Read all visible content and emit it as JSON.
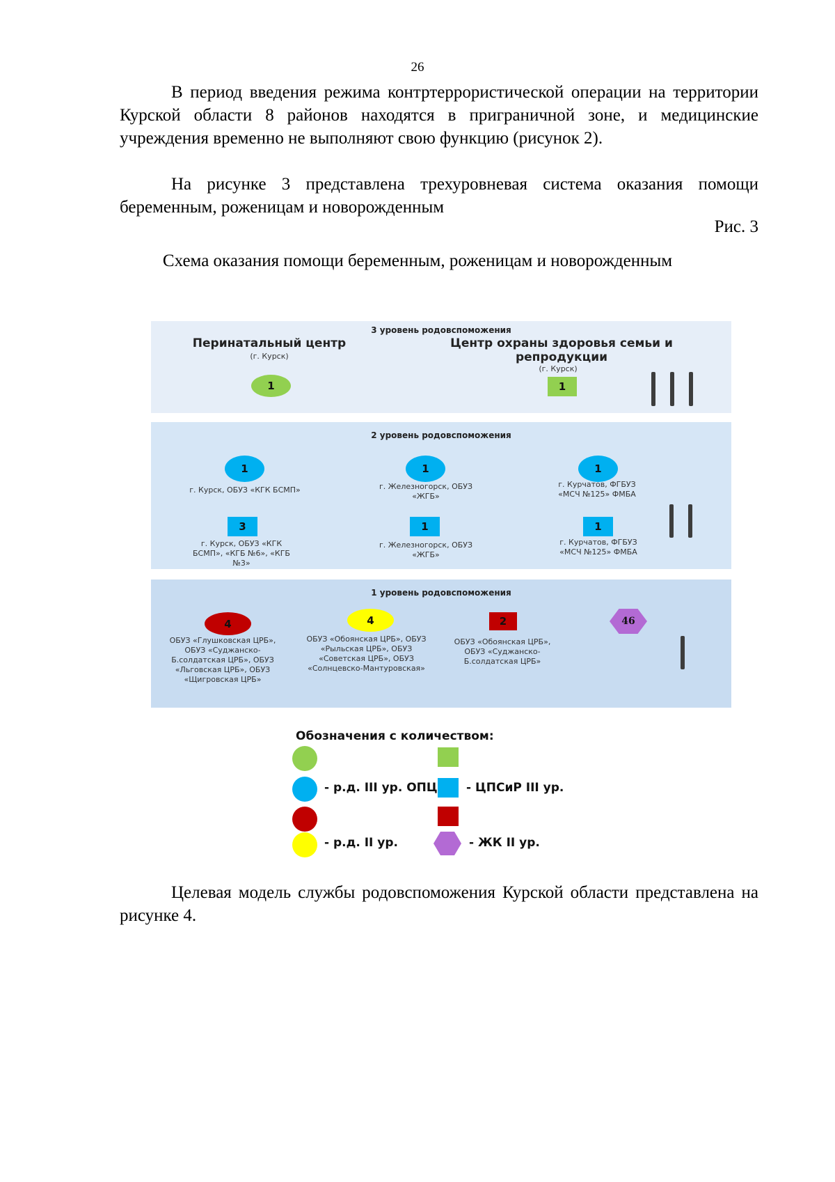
{
  "page_number": "26",
  "paragraph_1": "В период введения режима контртеррористической операции на территории Курской области 8 районов находятся в приграничной зоне, и медицинские учреждения временно не выполняют свою функцию (рисунок 2).",
  "paragraph_2": "На рисунке 3 представлена трехуровневая система оказания помощи беременным, роженицам и новорожденным",
  "figure_label": "Рис. 3",
  "figure_title": "Схема оказания помощи беременным, роженицам и новорожденным",
  "diagram": {
    "level3": {
      "title": "3 уровень родовспоможения",
      "roman": "III",
      "perinatal": {
        "name": "Перинатальный центр",
        "city": "(г. Курск)",
        "count": "1"
      },
      "family_center": {
        "name": "Центр охраны здоровья семьи и репродукции",
        "city": "(г. Курск)",
        "count": "1"
      }
    },
    "level2": {
      "title": "2 уровень родовспоможения",
      "roman": "II",
      "circles": [
        {
          "count": "1",
          "caption": "г. Курск, ОБУЗ «КГК БСМП»"
        },
        {
          "count": "1",
          "caption": "г. Железногорск, ОБУЗ «ЖГБ»"
        },
        {
          "count": "1",
          "caption": "г. Курчатов, ФГБУЗ «МСЧ №125» ФМБА"
        }
      ],
      "squares": [
        {
          "count": "3",
          "caption": "г. Курск, ОБУЗ «КГК БСМП», «КГБ №6», «КГБ №3»"
        },
        {
          "count": "1",
          "caption": "г. Железногорск, ОБУЗ «ЖГБ»"
        },
        {
          "count": "1",
          "caption": "г. Курчатов, ФГБУЗ «МСЧ №125» ФМБА"
        }
      ]
    },
    "level1": {
      "title": "1 уровень родовспоможения",
      "roman": "I",
      "red_oval": {
        "count": "4",
        "caption": "ОБУЗ «Глушковская ЦРБ», ОБУЗ «Суджанско-Б.солдатская ЦРБ», ОБУЗ «Льговская ЦРБ», ОБУЗ «Щигровская ЦРБ»"
      },
      "yellow_oval": {
        "count": "4",
        "caption": "ОБУЗ «Обоянская ЦРБ», ОБУЗ «Рыльская ЦРБ», ОБУЗ «Советская ЦРБ», ОБУЗ «Солнцевско-Мантуровская»"
      },
      "red_square": {
        "count": "2",
        "caption": "ОБУЗ «Обоянская ЦРБ», ОБУЗ «Суджанско-Б.солдатская ЦРБ»"
      },
      "hexagon": {
        "count": "46"
      }
    },
    "colors": {
      "band3": "#e6eef8",
      "band2": "#d6e6f6",
      "band1": "#c8dcf1",
      "green": "#92d050",
      "blue": "#00b0f0",
      "red": "#c00000",
      "yellow": "#ffff00",
      "purple": "#b36ad4"
    }
  },
  "legend": {
    "title": "Обозначения с количеством:",
    "rd3_opc": "- р.д. III ур. ОПЦ",
    "cpsir3": "- ЦПСиР III ур.",
    "rd2": "- р.д. II ур.",
    "zhk2": "- ЖК II ур."
  },
  "paragraph_3": "Целевая модель службы родовспоможения Курской области представлена на рисунке 4."
}
